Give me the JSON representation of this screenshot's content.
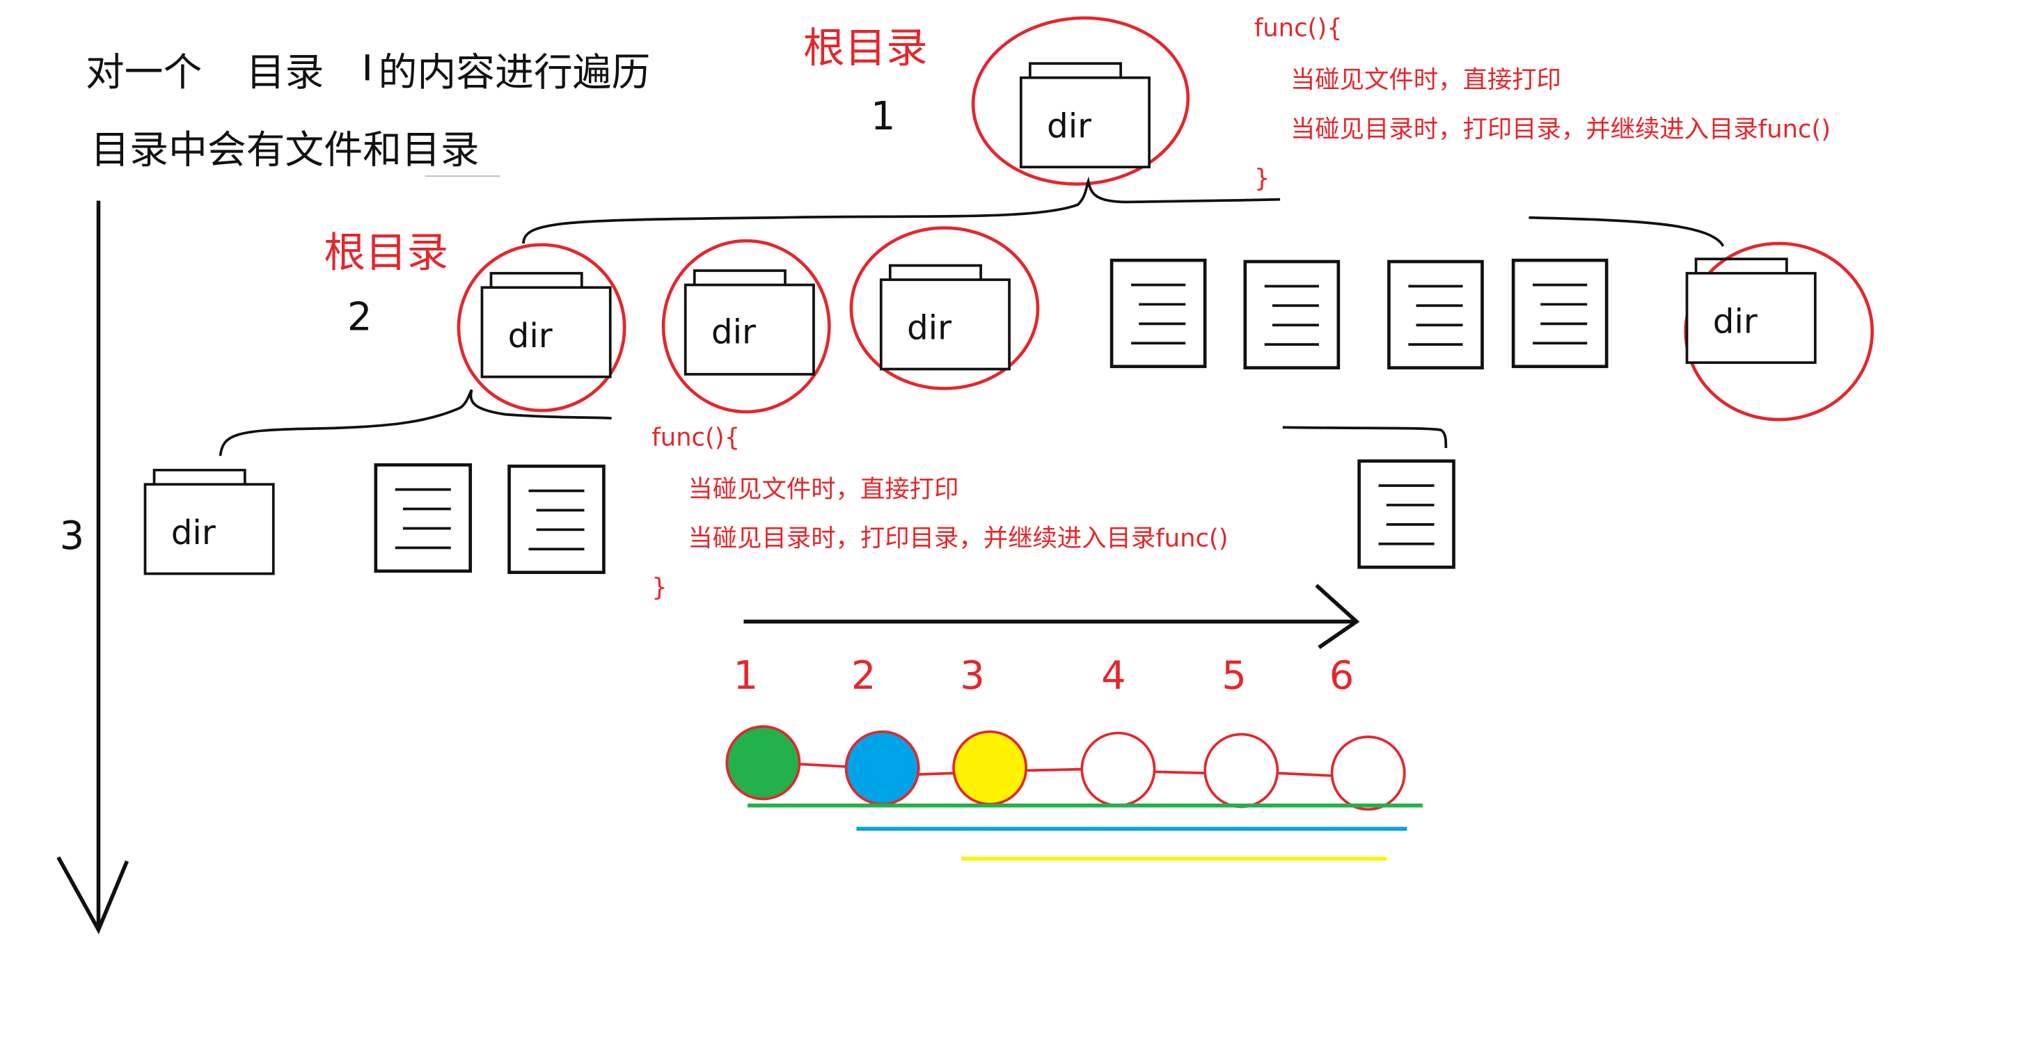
{
  "heading": {
    "line1_a": "对一个",
    "line1_b": "目录",
    "line1_c": "的内容进行遍历",
    "line2": "目录中会有文件和目录"
  },
  "labels": {
    "root_dir_top": "根目录",
    "root_dir_level2": "根目录",
    "level1": "1",
    "level2": "2",
    "level3": "3",
    "dir": "dir"
  },
  "func_block_top": {
    "open": "func(){",
    "line1": "当碰见文件时，直接打印",
    "line2": "当碰见目录时，打印目录，并继续进入目录func()",
    "close": "}"
  },
  "func_block_mid": {
    "open": "func(){",
    "line1": "当碰见文件时，直接打印",
    "line2": "当碰见目录时，打印目录，并继续进入目录func()",
    "close": "}"
  },
  "sequence": {
    "numbers": [
      "1",
      "2",
      "3",
      "4",
      "5",
      "6"
    ],
    "node_colors": [
      "#22b14c",
      "#00a2e8",
      "#fff200",
      "#ffffff",
      "#ffffff",
      "#ffffff"
    ],
    "underline_colors": [
      "#22b14c",
      "#00a2e8",
      "#fff200"
    ]
  },
  "colors": {
    "annotation_red": "#e5262b",
    "ink": "#111111"
  },
  "icons": [
    "folder-icon",
    "document-icon",
    "down-arrow-icon",
    "right-arrow-icon"
  ]
}
